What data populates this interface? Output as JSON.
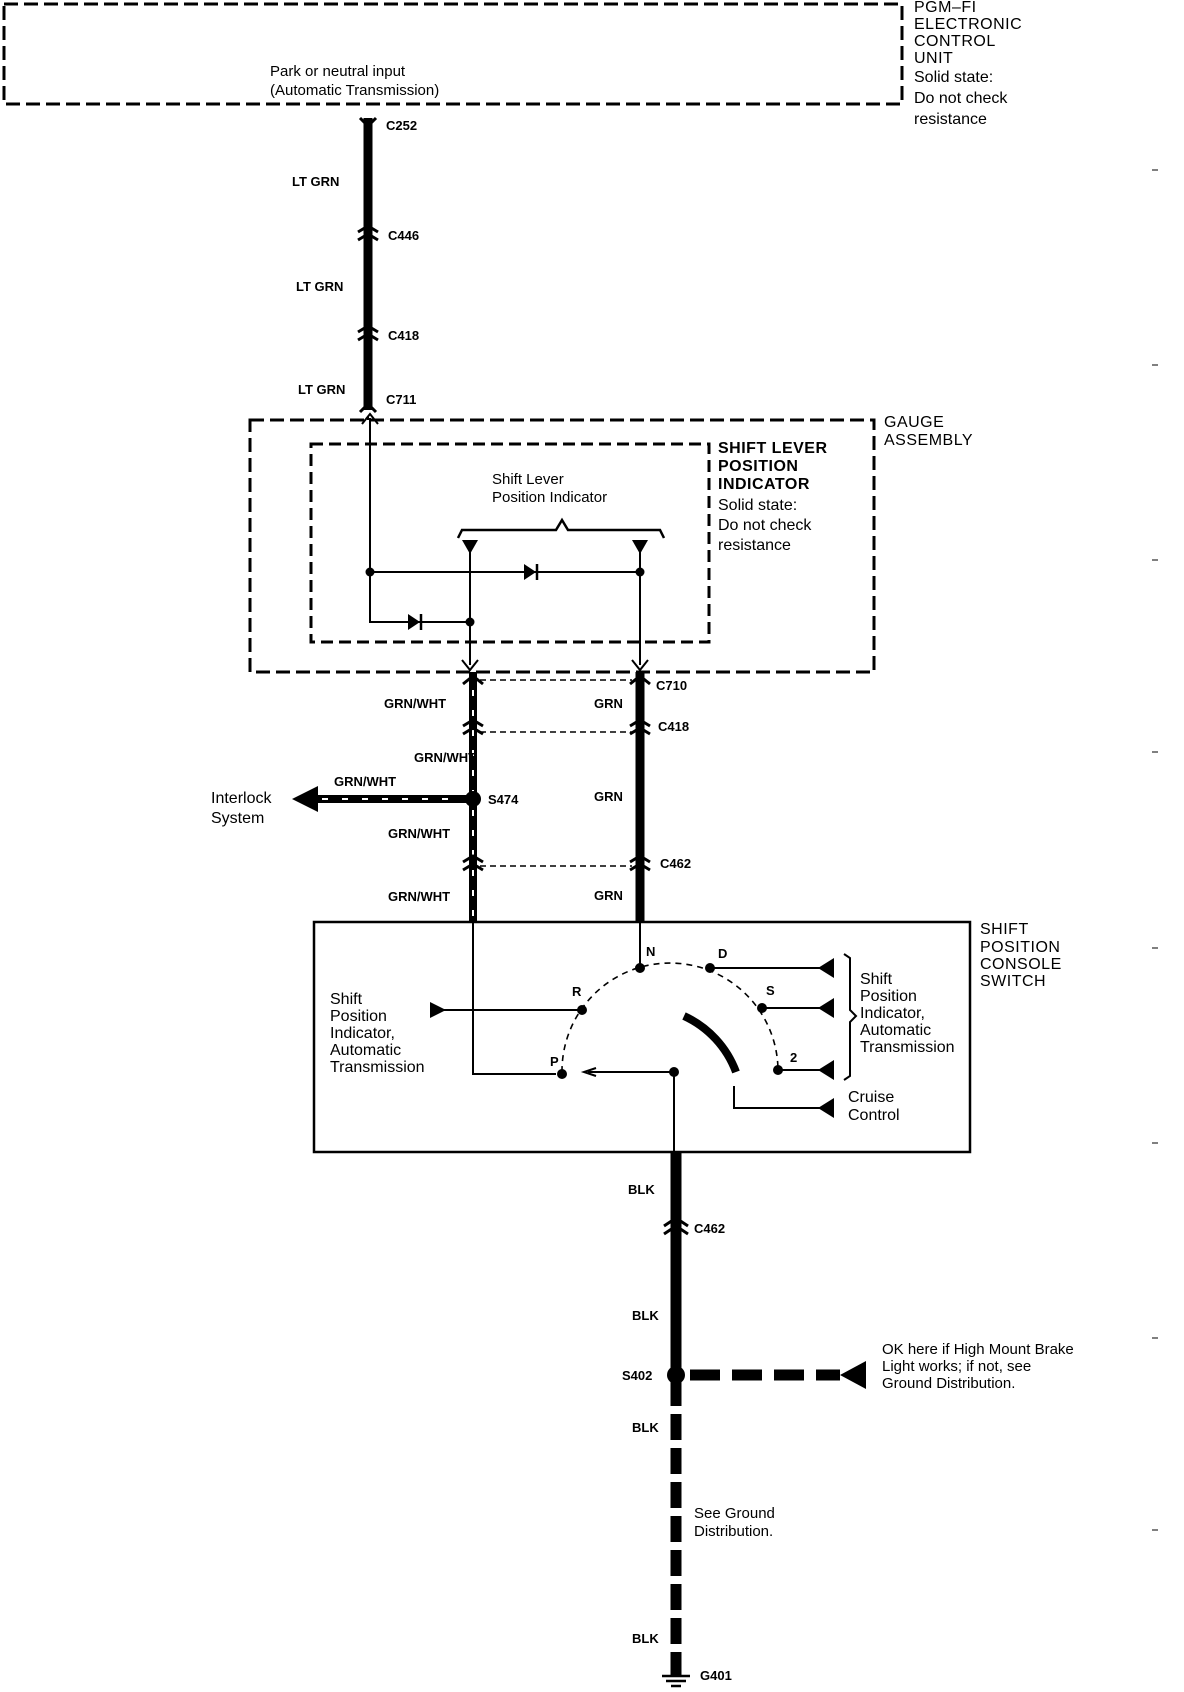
{
  "components": {
    "ecu": {
      "name_lines": [
        "PGM–FI",
        "ELECTRONIC",
        "CONTROL",
        "UNIT"
      ],
      "note_lines": [
        "Solid state:",
        "Do not check",
        "resistance"
      ],
      "input_lines": [
        "Park or neutral input",
        "(Automatic Transmission)"
      ]
    },
    "gauge_assembly": {
      "name_lines": [
        "GAUGE",
        "ASSEMBLY"
      ]
    },
    "shift_lever_indicator": {
      "name_lines": [
        "SHIFT LEVER",
        "POSITION",
        "INDICATOR"
      ],
      "note_lines": [
        "Solid state:",
        "Do not check",
        "resistance"
      ],
      "inner_label_lines": [
        "Shift Lever",
        "Position Indicator"
      ]
    },
    "console_switch": {
      "name_lines": [
        "SHIFT",
        "POSITION",
        "CONSOLE",
        "SWITCH"
      ],
      "positions": [
        "P",
        "R",
        "N",
        "D",
        "S",
        "2"
      ],
      "left_label_lines": [
        "Shift",
        "Position",
        "Indicator,",
        "Automatic",
        "Transmission"
      ],
      "right_label_lines": [
        "Shift",
        "Position",
        "Indicator,",
        "Automatic",
        "Transmission"
      ],
      "cruise_label_lines": [
        "Cruise",
        "Control"
      ]
    }
  },
  "connectors": {
    "c252": "C252",
    "c446": "C446",
    "c418_top": "C418",
    "c711": "C711",
    "c710": "C710",
    "c418_mid": "C418",
    "c462_mid": "C462",
    "c462_low": "C462"
  },
  "splices": {
    "s474": "S474",
    "s402": "S402"
  },
  "ground": {
    "g401": "G401"
  },
  "wires": {
    "lt_grn_1": "LT GRN",
    "lt_grn_2": "LT GRN",
    "lt_grn_3": "LT GRN",
    "grn_wht_1": "GRN/WHT",
    "grn_wht_2": "GRN/WHT",
    "grn_wht_3": "GRN/WHT",
    "grn_wht_4": "GRN/WHT",
    "grn_wht_branch": "GRN/WHT",
    "grn_1": "GRN",
    "grn_2": "GRN",
    "grn_3": "GRN",
    "blk_1": "BLK",
    "blk_2": "BLK",
    "blk_3": "BLK",
    "blk_4": "BLK"
  },
  "notes": {
    "interlock_lines": [
      "Interlock",
      "System"
    ],
    "brake_light_lines": [
      "OK here if High Mount Brake",
      "Light works; if not, see",
      "Ground Distribution."
    ],
    "ground_dist_lines": [
      "See Ground",
      "Distribution."
    ]
  }
}
